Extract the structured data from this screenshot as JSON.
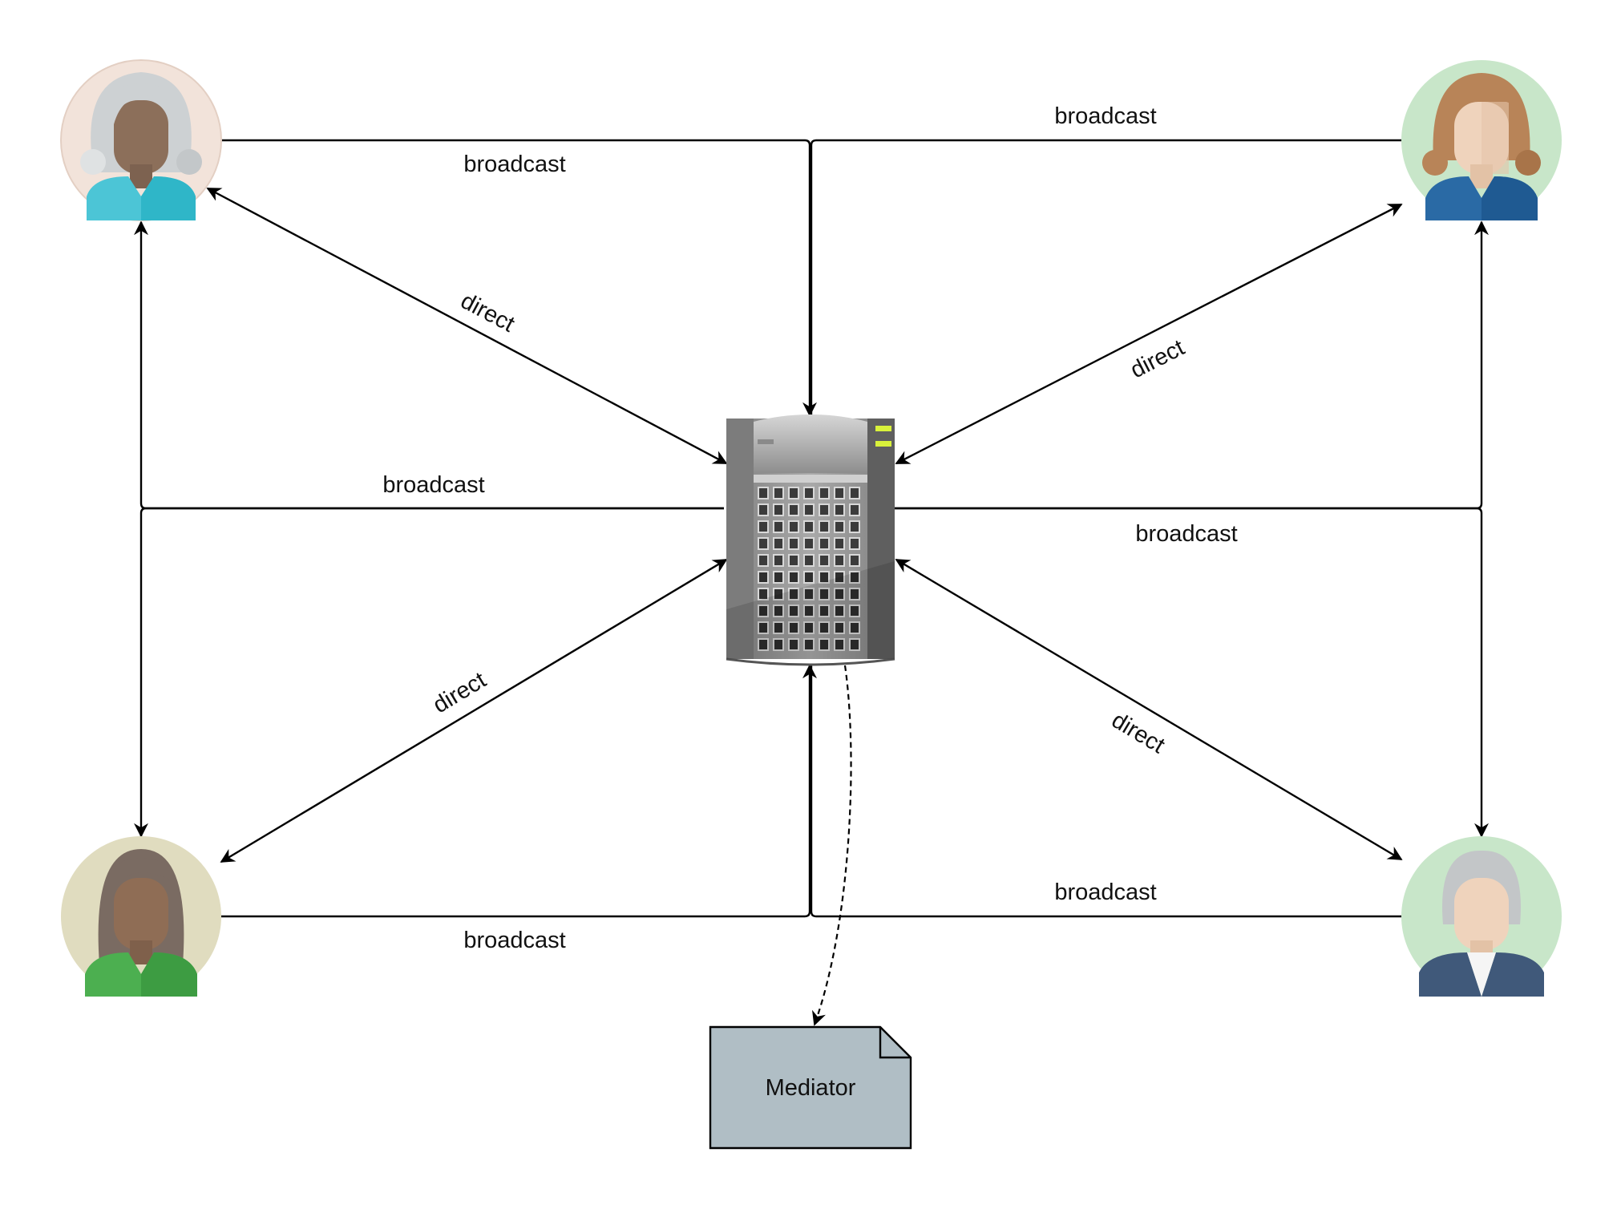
{
  "diagram": {
    "center_node": "server",
    "mediator": {
      "label": "Mediator",
      "fill": "#b0bec5"
    },
    "edge_labels": {
      "broadcast_top_left": "broadcast",
      "broadcast_top_right": "broadcast",
      "broadcast_mid_left": "broadcast",
      "broadcast_mid_right": "broadcast",
      "broadcast_bottom_left": "broadcast",
      "broadcast_bottom_right": "broadcast",
      "direct_top_left": "direct",
      "direct_top_right": "direct",
      "direct_bottom_left": "direct",
      "direct_bottom_right": "direct"
    },
    "avatars": [
      {
        "id": "top-left",
        "bg": "#f2e3da",
        "skin": "#8c6f5a",
        "hair": "#cdd1d3",
        "shirt": "#4cc5d6"
      },
      {
        "id": "top-right",
        "bg": "#c8e6c9",
        "skin": "#efd3bc",
        "hair": "#b88458",
        "shirt": "#2a6aa5"
      },
      {
        "id": "bottom-left",
        "bg": "#e0dcbf",
        "skin": "#8f6d55",
        "hair": "#7a6b62",
        "shirt": "#4caf50"
      },
      {
        "id": "bottom-right",
        "bg": "#c8e6c9",
        "skin": "#efd3bc",
        "hair": "#c3c6c8",
        "shirt": "#40597a"
      }
    ]
  }
}
